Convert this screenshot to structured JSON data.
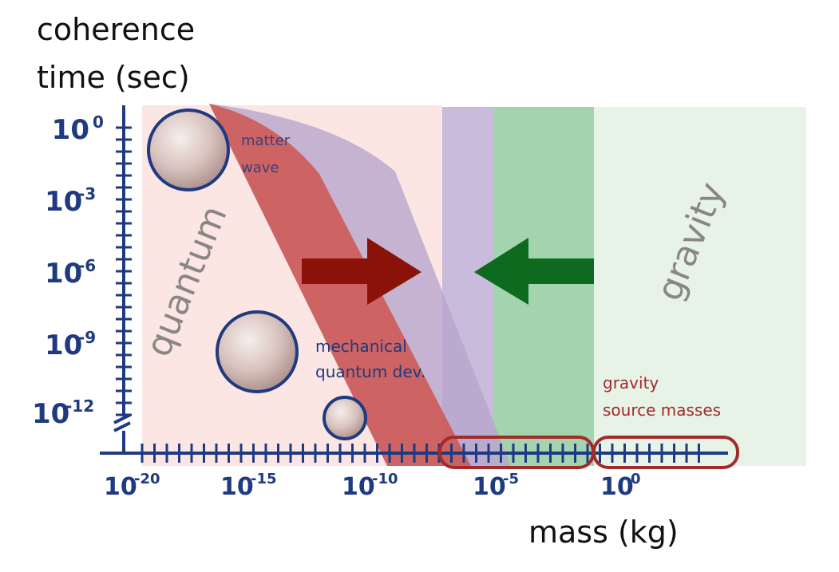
{
  "y_axis": {
    "title_line1": "coherence",
    "title_line2": "time (sec)",
    "ticks": [
      {
        "base": "10",
        "exp": "0"
      },
      {
        "base": "10",
        "exp": "-3"
      },
      {
        "base": "10",
        "exp": "-6"
      },
      {
        "base": "10",
        "exp": "-9"
      },
      {
        "base": "10",
        "exp": "-12"
      }
    ]
  },
  "x_axis": {
    "title": "mass (kg)",
    "ticks": [
      {
        "base": "10",
        "exp": "-20"
      },
      {
        "base": "10",
        "exp": "-15"
      },
      {
        "base": "10",
        "exp": "-10"
      },
      {
        "base": "10",
        "exp": "-5"
      },
      {
        "base": "10",
        "exp": "0"
      }
    ]
  },
  "regions": {
    "quantum": "quantum",
    "gravity": "gravity"
  },
  "labels": {
    "matter_wave_line1": "matter",
    "matter_wave_line2": "wave",
    "mech_line1": "mechanical",
    "mech_line2": "quantum dev.",
    "grav_src_line1": "gravity",
    "grav_src_line2": "source masses"
  },
  "colors": {
    "axis": "#1f3a80",
    "quantum_bg": "#fbe6e3",
    "red_band": "#cd5a55",
    "purple_band": "#b8a6cc",
    "green_light": "#e7f3e6",
    "green_dark": "#9fd2aa",
    "red_arrow": "#8a1208",
    "green_arrow": "#0e6a1f",
    "source_masses": "#a32a2a"
  },
  "icons": [
    "right-arrow-icon",
    "left-arrow-icon",
    "sphere-icon"
  ]
}
